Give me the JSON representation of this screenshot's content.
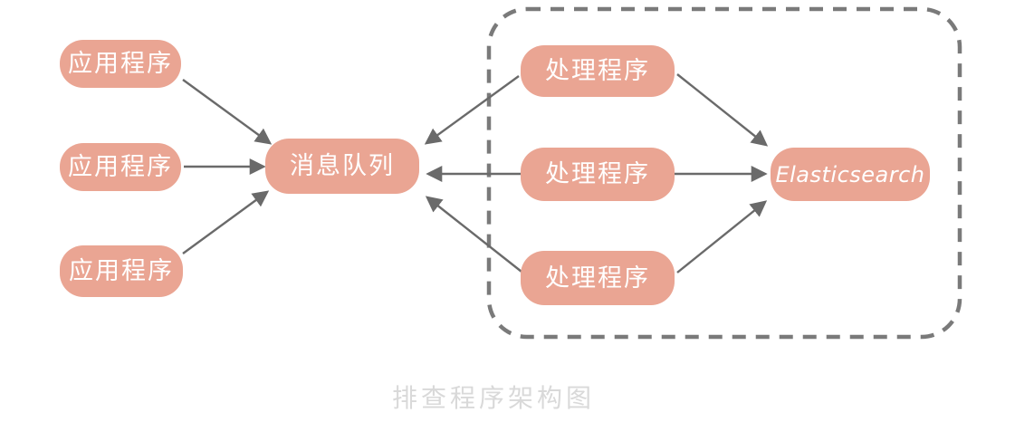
{
  "diagram": {
    "caption": "排查程序架构图",
    "nodes": {
      "app1": {
        "label": "应用程序"
      },
      "app2": {
        "label": "应用程序"
      },
      "app3": {
        "label": "应用程序"
      },
      "mq": {
        "label": "消息队列"
      },
      "handler1": {
        "label": "处理程序"
      },
      "handler2": {
        "label": "处理程序"
      },
      "handler3": {
        "label": "处理程序"
      },
      "es": {
        "label": "Elasticsearch"
      }
    },
    "edges": [
      {
        "from": "app1",
        "to": "mq"
      },
      {
        "from": "app2",
        "to": "mq"
      },
      {
        "from": "app3",
        "to": "mq"
      },
      {
        "from": "handler1",
        "to": "mq"
      },
      {
        "from": "handler2",
        "to": "mq"
      },
      {
        "from": "handler3",
        "to": "mq"
      },
      {
        "from": "handler1",
        "to": "es"
      },
      {
        "from": "handler2",
        "to": "es"
      },
      {
        "from": "handler3",
        "to": "es"
      }
    ],
    "groups": [
      {
        "name": "dashed-group",
        "members": [
          "handler1",
          "handler2",
          "handler3"
        ],
        "style": "dashed-rounded-rect"
      }
    ],
    "colors": {
      "node_fill": "#EAA593",
      "node_text": "#FFFFFF",
      "arrow": "#6A6A6A",
      "dashed_border": "#7A7A7A",
      "caption": "#D9D9D9",
      "background": "#FFFFFF"
    }
  }
}
